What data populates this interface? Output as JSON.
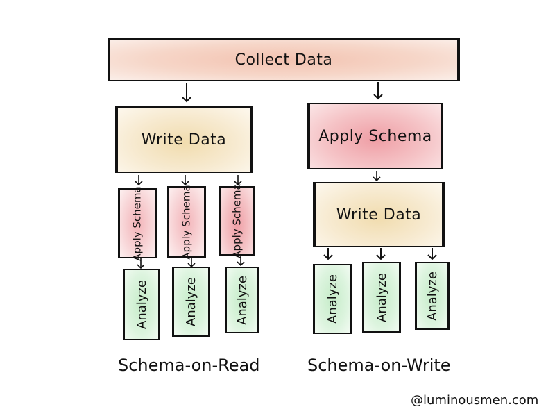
{
  "diagram": {
    "top": {
      "label": "Collect Data"
    },
    "left": {
      "caption": "Schema-on-Read",
      "write": {
        "label": "Write Data"
      },
      "apply": [
        {
          "label": "Apply Schema"
        },
        {
          "label": "Apply Schema"
        },
        {
          "label": "Apply Schema"
        }
      ],
      "analyze": [
        {
          "label": "Analyze"
        },
        {
          "label": "Analyze"
        },
        {
          "label": "Analyze"
        }
      ]
    },
    "right": {
      "caption": "Schema-on-Write",
      "apply": {
        "label": "Apply Schema"
      },
      "write": {
        "label": "Write Data"
      },
      "analyze": [
        {
          "label": "Analyze"
        },
        {
          "label": "Analyze"
        },
        {
          "label": "Analyze"
        }
      ]
    },
    "credit": "@luminousmen.com",
    "colors": {
      "collect": "#f3c2b0",
      "write": "#f1dcae",
      "apply": "#ef9ea5",
      "analyze": "#c6ecc9",
      "stroke": "#111111"
    }
  }
}
